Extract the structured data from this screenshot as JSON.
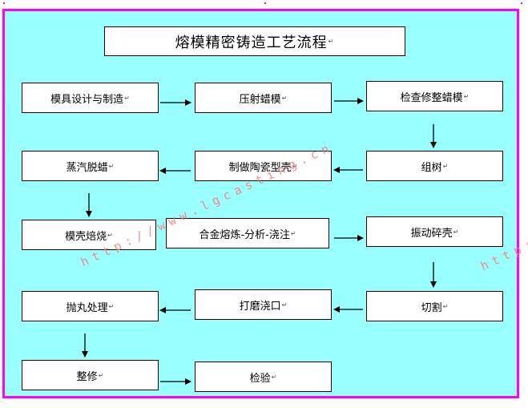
{
  "title": "熔模精密铸造工艺流程",
  "steps": {
    "s1": "模具设计与制造",
    "s2": "压射蜡模",
    "s3": "检查修整蜡模",
    "s4": "组树",
    "s5": "制做陶瓷型壳",
    "s6": "蒸汽脱蜡",
    "s7": "模壳焙烧",
    "s8": "合金熔炼-分析-浇注",
    "s9": "振动碎壳",
    "s10": "切割",
    "s11": "打磨浇口",
    "s12": "抛丸处理",
    "s13": "整修",
    "s14": "检验"
  },
  "paragraph_mark": "↵",
  "watermark": {
    "main": "http://www.lgcasting.cn",
    "edge": "http:/"
  },
  "colors": {
    "background": "#99ffff",
    "border": "#ff00ff",
    "watermark": "#ff7777"
  }
}
